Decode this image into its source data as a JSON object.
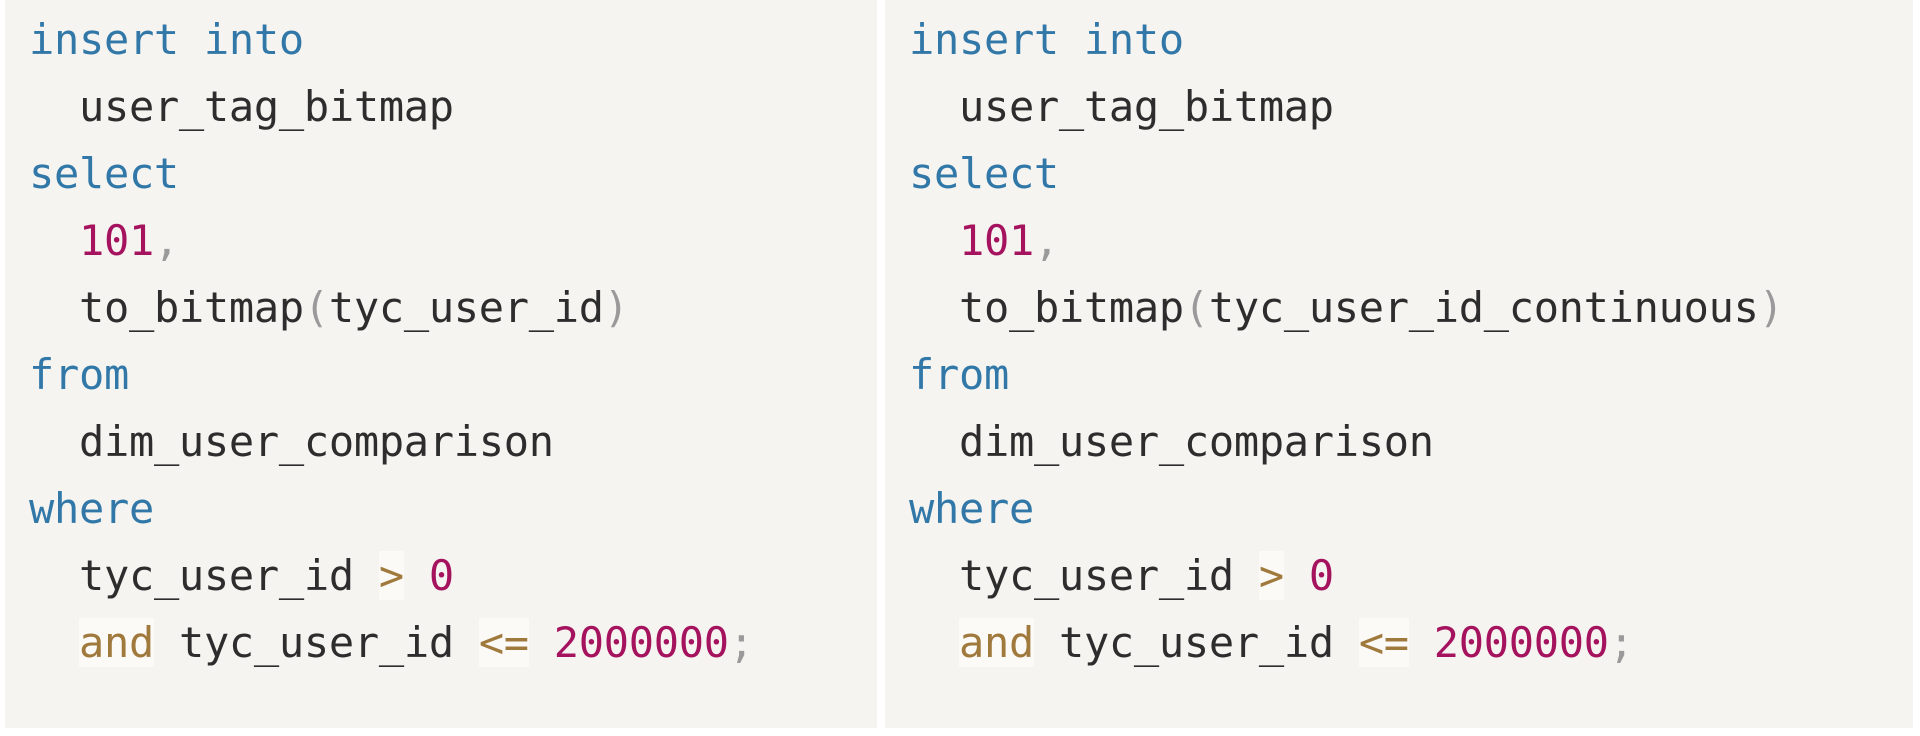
{
  "view": {
    "kind": "side-by-side-code-comparison",
    "language": "sql",
    "background_color": "#f5f4f0",
    "gutter_color": "#ffffff"
  },
  "theme": {
    "keyword_color": "#3178a8",
    "number_color": "#a5135e",
    "identifier_color": "#2d2d2d",
    "punctuation_color": "#9a9a9a",
    "operator_color": "#a0793c",
    "operator_highlight_color": "#fbfaf7"
  },
  "panels": [
    {
      "id": "left",
      "lines": [
        {
          "indent": "",
          "tokens": [
            {
              "t": "insert",
              "c": "kw"
            },
            {
              "t": " ",
              "c": "sp"
            },
            {
              "t": "into",
              "c": "kw"
            }
          ]
        },
        {
          "indent": "  ",
          "tokens": [
            {
              "t": "user_tag_bitmap",
              "c": "id"
            }
          ]
        },
        {
          "indent": "",
          "tokens": [
            {
              "t": "select",
              "c": "kw"
            }
          ]
        },
        {
          "indent": "  ",
          "tokens": [
            {
              "t": "101",
              "c": "num"
            },
            {
              "t": ",",
              "c": "punc"
            }
          ]
        },
        {
          "indent": "  ",
          "tokens": [
            {
              "t": "to_bitmap",
              "c": "fn"
            },
            {
              "t": "(",
              "c": "punc"
            },
            {
              "t": "tyc_user_id",
              "c": "id"
            },
            {
              "t": ")",
              "c": "punc"
            }
          ]
        },
        {
          "indent": "",
          "tokens": [
            {
              "t": "from",
              "c": "kw"
            }
          ]
        },
        {
          "indent": "  ",
          "tokens": [
            {
              "t": "dim_user_comparison",
              "c": "id"
            }
          ]
        },
        {
          "indent": "",
          "tokens": [
            {
              "t": "where",
              "c": "kw"
            }
          ]
        },
        {
          "indent": "  ",
          "tokens": [
            {
              "t": "tyc_user_id",
              "c": "id"
            },
            {
              "t": " ",
              "c": "sp"
            },
            {
              "t": ">",
              "c": "op"
            },
            {
              "t": " ",
              "c": "sp"
            },
            {
              "t": "0",
              "c": "num"
            }
          ]
        },
        {
          "indent": "  ",
          "tokens": [
            {
              "t": "and",
              "c": "kwand"
            },
            {
              "t": " ",
              "c": "sp"
            },
            {
              "t": "tyc_user_id",
              "c": "id"
            },
            {
              "t": " ",
              "c": "sp"
            },
            {
              "t": "<=",
              "c": "op"
            },
            {
              "t": " ",
              "c": "sp"
            },
            {
              "t": "2000000",
              "c": "num"
            },
            {
              "t": ";",
              "c": "punc"
            }
          ]
        }
      ],
      "plain_text": "insert into\n  user_tag_bitmap\nselect\n  101,\n  to_bitmap(tyc_user_id)\nfrom\n  dim_user_comparison\nwhere\n  tyc_user_id > 0\n  and tyc_user_id <= 2000000;"
    },
    {
      "id": "right",
      "lines": [
        {
          "indent": "",
          "tokens": [
            {
              "t": "insert",
              "c": "kw"
            },
            {
              "t": " ",
              "c": "sp"
            },
            {
              "t": "into",
              "c": "kw"
            }
          ]
        },
        {
          "indent": "  ",
          "tokens": [
            {
              "t": "user_tag_bitmap",
              "c": "id"
            }
          ]
        },
        {
          "indent": "",
          "tokens": [
            {
              "t": "select",
              "c": "kw"
            }
          ]
        },
        {
          "indent": "  ",
          "tokens": [
            {
              "t": "101",
              "c": "num"
            },
            {
              "t": ",",
              "c": "punc"
            }
          ]
        },
        {
          "indent": "  ",
          "tokens": [
            {
              "t": "to_bitmap",
              "c": "fn"
            },
            {
              "t": "(",
              "c": "punc"
            },
            {
              "t": "tyc_user_id_continuous",
              "c": "id"
            },
            {
              "t": ")",
              "c": "punc"
            }
          ]
        },
        {
          "indent": "",
          "tokens": [
            {
              "t": "from",
              "c": "kw"
            }
          ]
        },
        {
          "indent": "  ",
          "tokens": [
            {
              "t": "dim_user_comparison",
              "c": "id"
            }
          ]
        },
        {
          "indent": "",
          "tokens": [
            {
              "t": "where",
              "c": "kw"
            }
          ]
        },
        {
          "indent": "  ",
          "tokens": [
            {
              "t": "tyc_user_id",
              "c": "id"
            },
            {
              "t": " ",
              "c": "sp"
            },
            {
              "t": ">",
              "c": "op"
            },
            {
              "t": " ",
              "c": "sp"
            },
            {
              "t": "0",
              "c": "num"
            }
          ]
        },
        {
          "indent": "  ",
          "tokens": [
            {
              "t": "and",
              "c": "kwand"
            },
            {
              "t": " ",
              "c": "sp"
            },
            {
              "t": "tyc_user_id",
              "c": "id"
            },
            {
              "t": " ",
              "c": "sp"
            },
            {
              "t": "<=",
              "c": "op"
            },
            {
              "t": " ",
              "c": "sp"
            },
            {
              "t": "2000000",
              "c": "num"
            },
            {
              "t": ";",
              "c": "punc"
            }
          ]
        }
      ],
      "plain_text": "insert into\n  user_tag_bitmap\nselect\n  101,\n  to_bitmap(tyc_user_id_continuous)\nfrom\n  dim_user_comparison\nwhere\n  tyc_user_id > 0\n  and tyc_user_id <= 2000000;"
    }
  ]
}
